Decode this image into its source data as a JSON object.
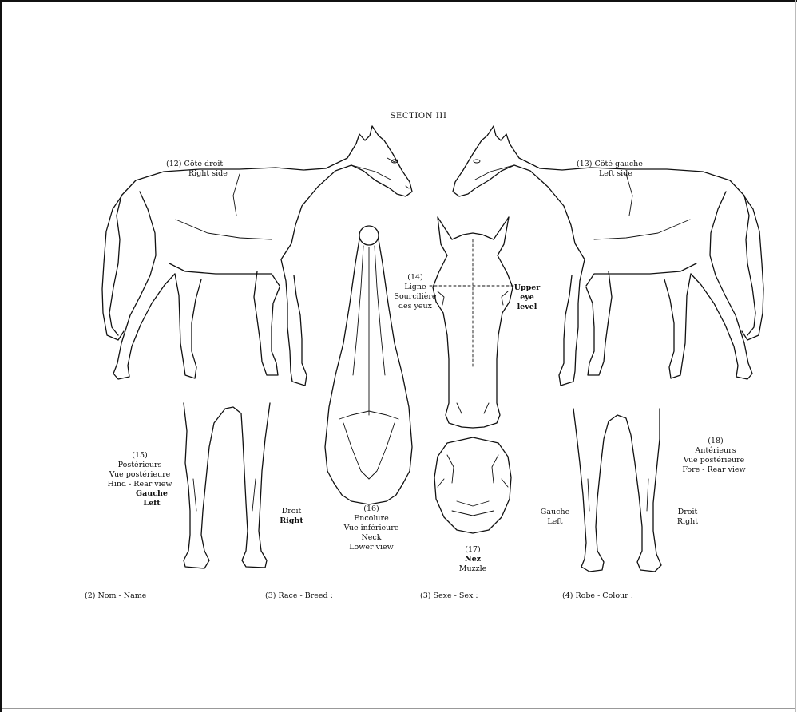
{
  "section_title": "SECTION III",
  "labels": {
    "right_side": {
      "number": "(12)",
      "fr": "Côté droit",
      "en": "Right side"
    },
    "left_side": {
      "number": "(13)",
      "fr": "Côté gauche",
      "en": "Left side"
    },
    "eye_line": {
      "number": "(14)",
      "fr_1": "Ligne",
      "fr_2": "Sourcilière",
      "fr_3": "des yeux"
    },
    "upper_eye_level": {
      "line1": "Upper",
      "line2": "eye",
      "line3": "level"
    },
    "hind_view": {
      "number": "(15)",
      "fr_1": "Postérieurs",
      "fr_2": "Vue postérieure",
      "en": "Hind - Rear view",
      "gauche": "Gauche",
      "left": "Left"
    },
    "hind_right": {
      "fr": "Droit",
      "en": "Right"
    },
    "lower_view": {
      "number": "(16)",
      "fr_1": "Encolure",
      "fr_2": "Vue inférieure",
      "en_1": "Neck",
      "en_2": "Lower view"
    },
    "muzzle": {
      "number": "(17)",
      "fr": "Nez",
      "en": "Muzzle"
    },
    "fore_view": {
      "number": "(18)",
      "fr_1": "Antérieurs",
      "fr_2": "Vue postérieure",
      "en": "Fore - Rear view"
    },
    "fore_left": {
      "fr": "Gauche",
      "en": "Left"
    },
    "fore_right": {
      "fr": "Droit",
      "en": "Right"
    }
  },
  "fields": {
    "name": "(2) Nom - Name",
    "breed": "(3) Race - Breed :",
    "sex": "(3) Sexe - Sex :",
    "colour": "(4) Robe - Colour :"
  }
}
